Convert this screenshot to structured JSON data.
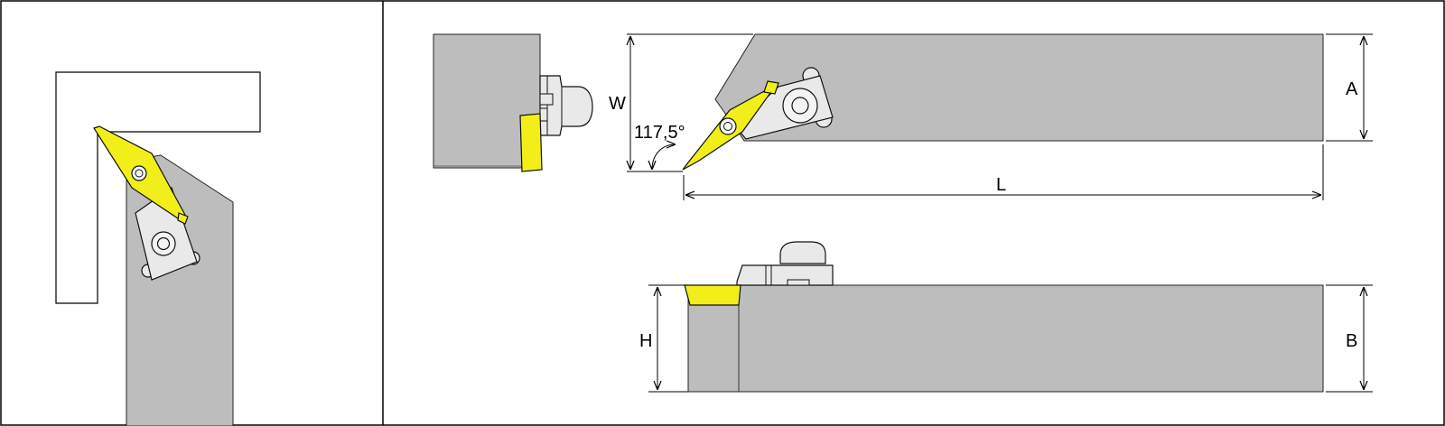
{
  "dimensions": {
    "width_label": "W",
    "a_label": "A",
    "angle_label": "117,5°",
    "length_label": "L",
    "height_label": "H",
    "b_label": "B"
  }
}
